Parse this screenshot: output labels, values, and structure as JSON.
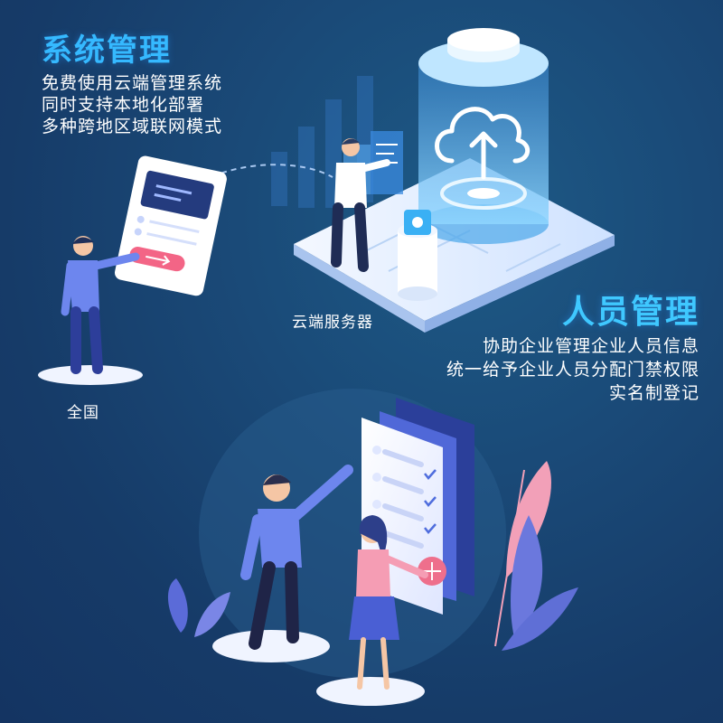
{
  "system_management": {
    "title": "系统管理",
    "lines": [
      "免费使用云端管理系统",
      "同时支持本地化部署",
      "多种跨地区域联网模式"
    ]
  },
  "cloud_server_caption": "云端服务器",
  "nationwide_caption": "全国",
  "personnel_management": {
    "title": "人员管理",
    "lines": [
      "协助企业管理企业人员信息",
      "统一给予企业人员分配门禁权限",
      "实名制登记"
    ]
  },
  "colors": {
    "background": "#163b68",
    "title_blue": "#35b9ff",
    "figure_blue": "#6d86ee",
    "accent_pink": "#ee6f8c"
  },
  "icons": [
    "cloud-upload-icon",
    "arrow-right-icon",
    "checkmark-icon",
    "plus-icon"
  ]
}
